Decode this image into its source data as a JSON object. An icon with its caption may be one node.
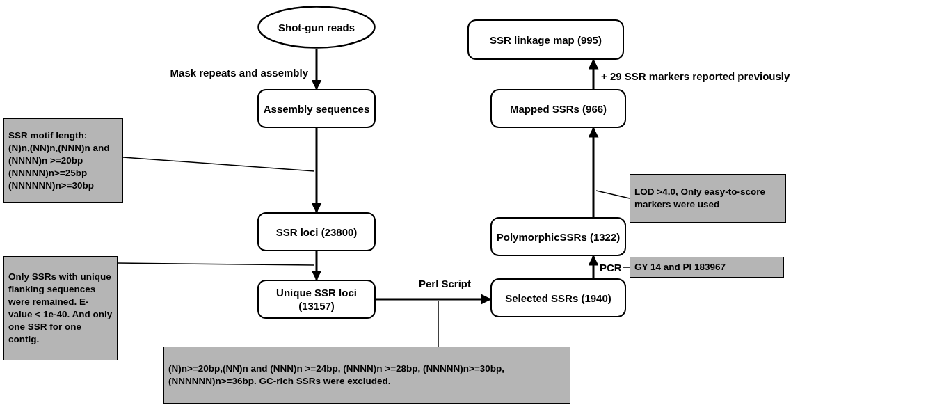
{
  "diagram": {
    "nodes": [
      {
        "text": [
          "Shot-gun reads"
        ]
      },
      {
        "text": [
          "Assembly sequences"
        ]
      },
      {
        "text": [
          "SSR loci (23800)"
        ]
      },
      {
        "text": [
          "Unique SSR loci (13157)"
        ]
      },
      {
        "text": [
          "Selected SSRs (1940)"
        ]
      },
      {
        "text": [
          "PolymorphicSSRs (1322)"
        ]
      },
      {
        "text": [
          "Mapped SSRs (966)"
        ]
      },
      {
        "text": [
          "SSR linkage map  (995)"
        ]
      },
      {
        "text": [
          "SSR motif length:",
          "(N)n,(NN)n,(NNN)n and (NNNN)n >=20bp (NNNNN)n>=25bp (NNNNNN)n>=30bp"
        ]
      },
      {
        "text": [
          "Only SSRs with unique flanking sequences were remained. E-value < 1e-40. And only one SSR for one contig."
        ]
      },
      {
        "text": [
          "LOD >4.0, Only easy-to-score markers were used"
        ]
      },
      {
        "text": [
          "GY 14 and PI 183967"
        ]
      },
      {
        "text": [
          "(N)n>=20bp,(NN)n and (NNN)n >=24bp, (NNNN)n >=28bp, (NNNNN)n>=30bp,(NNNNNN)n>=36bp. GC-rich SSRs were excluded."
        ]
      }
    ],
    "edges": [
      {
        "from": 0,
        "to": 1,
        "arrow": "to",
        "label": "Mask repeats and assembly"
      },
      {
        "from": 1,
        "to": 2,
        "arrow": "to"
      },
      {
        "from": 2,
        "to": 3,
        "arrow": "to"
      },
      {
        "from": 3,
        "to": 4,
        "arrow": "to",
        "label": "Perl Script"
      },
      {
        "from": 4,
        "to": 5,
        "arrow": "to",
        "label": "PCR"
      },
      {
        "from": 5,
        "to": 6,
        "arrow": "to"
      },
      {
        "from": 6,
        "to": 7,
        "arrow": "to",
        "label": "+ 29 SSR markers reported previously"
      },
      {
        "from": 8,
        "to": null,
        "arrow": "none"
      },
      {
        "from": 9,
        "to": null,
        "arrow": "none"
      },
      {
        "from": 10,
        "to": null,
        "arrow": "none"
      },
      {
        "from": 11,
        "to": null,
        "arrow": "none"
      },
      {
        "from": 12,
        "to": null,
        "arrow": "none"
      }
    ]
  }
}
